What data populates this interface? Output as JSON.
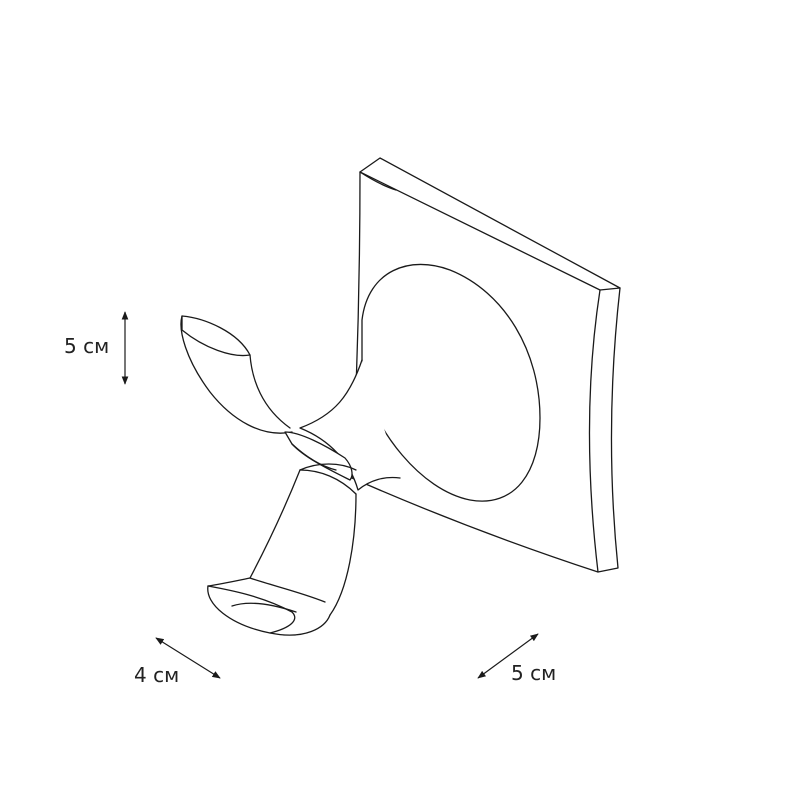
{
  "product_drawing": {
    "subject": "hook-line-drawing"
  },
  "dimensions": {
    "height": "5 см",
    "depth": "4 см",
    "width": "5 см"
  },
  "colors": {
    "line": "#1a1a1a",
    "background": "#ffffff"
  }
}
